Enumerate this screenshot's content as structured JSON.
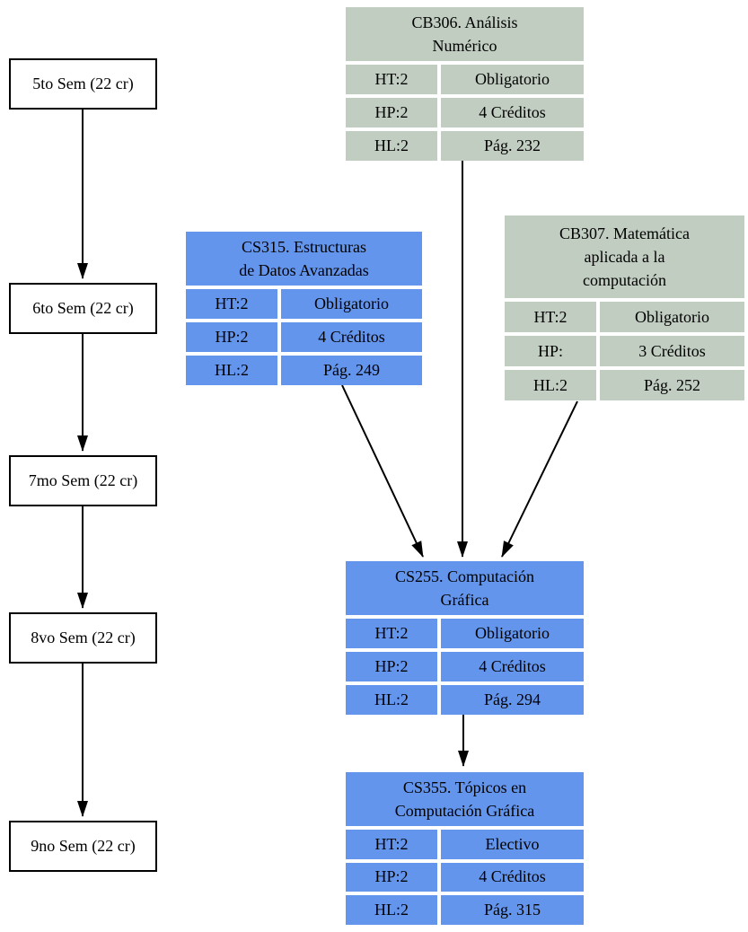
{
  "diagram": {
    "semesters": [
      {
        "label": "5to Sem (22 cr)"
      },
      {
        "label": "6to Sem (22 cr)"
      },
      {
        "label": "7mo Sem (22 cr)"
      },
      {
        "label": "8vo Sem (22 cr)"
      },
      {
        "label": "9no Sem (22 cr)"
      }
    ],
    "courses": [
      {
        "id": "CB306",
        "title": "CB306. Análisis Numérico",
        "title_lines": [
          "CB306. Análisis",
          "Numérico"
        ],
        "rows": [
          {
            "label": "HT:2",
            "value": "Obligatorio"
          },
          {
            "label": "HP:2",
            "value": "4 Créditos"
          },
          {
            "label": "HL:2",
            "value": "Pág. 232"
          }
        ],
        "color": "#C1CDC1"
      },
      {
        "id": "CS315",
        "title": "CS315. Estructuras de Datos Avanzadas",
        "title_lines": [
          "CS315. Estructuras",
          "de Datos Avanzadas"
        ],
        "rows": [
          {
            "label": "HT:2",
            "value": "Obligatorio"
          },
          {
            "label": "HP:2",
            "value": "4 Créditos"
          },
          {
            "label": "HL:2",
            "value": "Pág. 249"
          }
        ],
        "color": "#6495ED"
      },
      {
        "id": "CB307",
        "title": "CB307. Matemática aplicada a la computación",
        "title_lines": [
          "CB307. Matemática",
          "aplicada a la",
          "computación"
        ],
        "rows": [
          {
            "label": "HT:2",
            "value": "Obligatorio"
          },
          {
            "label": "HP:",
            "value": "3 Créditos"
          },
          {
            "label": "HL:2",
            "value": "Pág. 252"
          }
        ],
        "color": "#C1CDC1"
      },
      {
        "id": "CS255",
        "title": "CS255. Computación Gráfica",
        "title_lines": [
          "CS255. Computación",
          "Gráfica"
        ],
        "rows": [
          {
            "label": "HT:2",
            "value": "Obligatorio"
          },
          {
            "label": "HP:2",
            "value": "4 Créditos"
          },
          {
            "label": "HL:2",
            "value": "Pág. 294"
          }
        ],
        "color": "#6495ED"
      },
      {
        "id": "CS355",
        "title": "CS355. Tópicos en Computación Gráfica",
        "title_lines": [
          "CS355. Tópicos en",
          "Computación Gráfica"
        ],
        "rows": [
          {
            "label": "HT:2",
            "value": "Electivo"
          },
          {
            "label": "HP:2",
            "value": "4 Créditos"
          },
          {
            "label": "HL:2",
            "value": "Pág. 315"
          }
        ],
        "color": "#6495ED"
      }
    ],
    "colors": {
      "course_blue": "#6495ED",
      "course_green": "#C1CDC1",
      "node_border": "#000000",
      "edge": "#000000",
      "background": "#ffffff"
    }
  }
}
